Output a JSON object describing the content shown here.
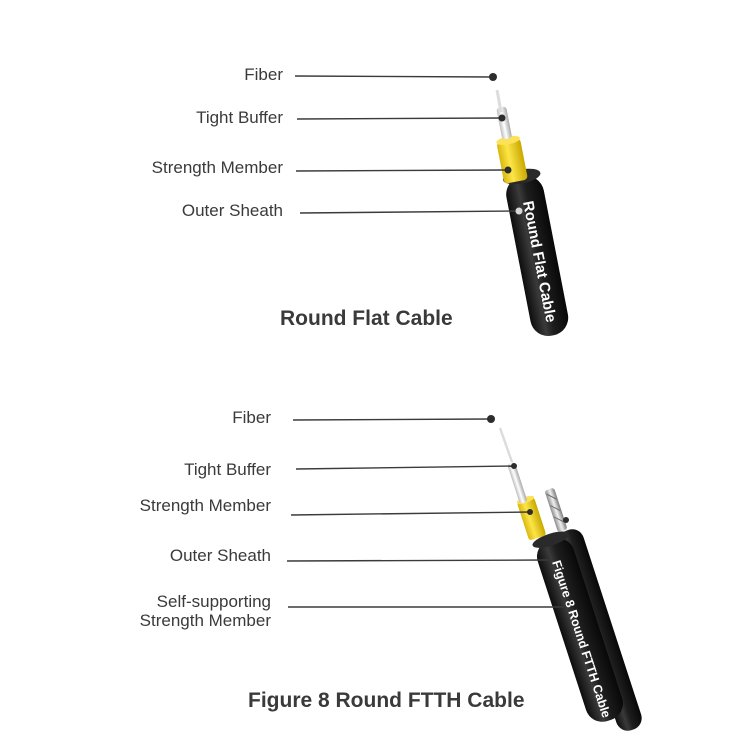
{
  "colors": {
    "leader_line": "#3b3b3b",
    "dot": "#2d2d2d",
    "label_text": "#3a3a3a",
    "sheath": "#1c1c1c",
    "strength_member": "#f2d21a",
    "tight_buffer": "#e6e6e6",
    "cable_print": "#ffffff"
  },
  "diagram1": {
    "labels": {
      "fiber": "Fiber",
      "tight_buffer": "Tight Buffer",
      "strength_member": "Strength Member",
      "outer_sheath": "Outer Sheath"
    },
    "cable_print": "Round Flat Cable",
    "caption": "Round Flat Cable"
  },
  "diagram2": {
    "labels": {
      "fiber": "Fiber",
      "tight_buffer": "Tight Buffer",
      "strength_member": "Strength Member",
      "outer_sheath": "Outer Sheath",
      "self_supporting_line1": "Self-supporting",
      "self_supporting_line2": "Strength Member"
    },
    "cable_print": "Figure 8 Round FTTH Cable",
    "caption": "Figure 8 Round FTTH Cable"
  }
}
